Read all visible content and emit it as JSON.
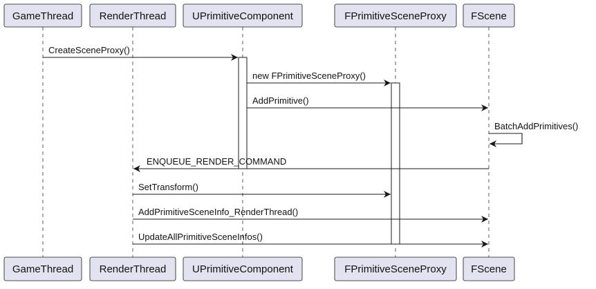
{
  "participants": [
    {
      "id": "game",
      "label": "GameThread"
    },
    {
      "id": "render",
      "label": "RenderThread"
    },
    {
      "id": "uprim",
      "label": "UPrimitiveComponent"
    },
    {
      "id": "proxy",
      "label": "FPrimitiveSceneProxy"
    },
    {
      "id": "scene",
      "label": "FScene"
    }
  ],
  "messages": [
    {
      "label": "CreateSceneProxy()",
      "from": "game",
      "to": "uprim"
    },
    {
      "label": "new FPrimitiveSceneProxy()",
      "from": "uprim",
      "to": "proxy"
    },
    {
      "label": "AddPrimitive()",
      "from": "uprim",
      "to": "scene"
    },
    {
      "label": "BatchAddPrimitives()",
      "from": "scene",
      "to": "scene"
    },
    {
      "label": "ENQUEUE_RENDER_COMMAND",
      "from": "scene",
      "to": "render"
    },
    {
      "label": "SetTransform()",
      "from": "render",
      "to": "proxy"
    },
    {
      "label": "AddPrimitiveSceneInfo_RenderThread()",
      "from": "render",
      "to": "scene"
    },
    {
      "label": "UpdateAllPrimitiveSceneInfos()",
      "from": "render",
      "to": "scene"
    }
  ],
  "colors": {
    "participant_fill": "#E2E2F0",
    "participant_border": "#181818",
    "lifeline": "#181818",
    "activation_fill": "#FFFFFF",
    "arrow": "#181818"
  }
}
